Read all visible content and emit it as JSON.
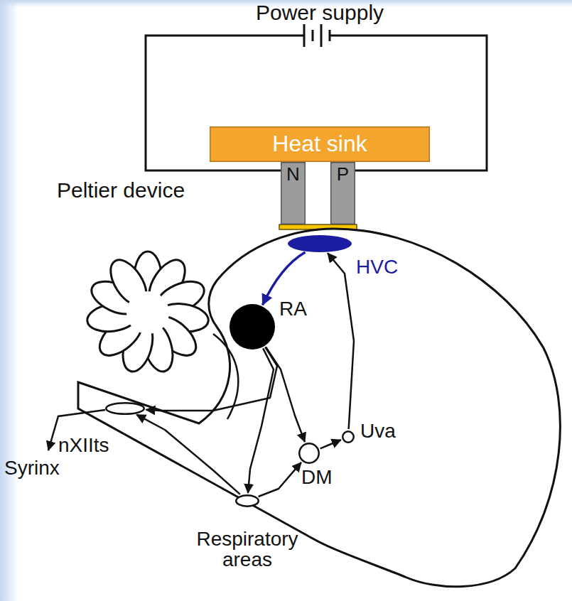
{
  "diagram": {
    "nodes": [
      {
        "text": [
          "Heat sink"
        ]
      },
      {
        "text": [
          "N"
        ]
      },
      {
        "text": [
          "P"
        ]
      },
      {
        "text": [
          "HVC"
        ]
      },
      {
        "text": [
          "RA"
        ]
      },
      {
        "text": [
          "DM"
        ]
      },
      {
        "text": [
          "Uva"
        ]
      },
      {
        "text": [
          "Respiratory areas"
        ]
      },
      {
        "text": [
          "nXIIts"
        ]
      }
    ],
    "edges": [
      {
        "from": 3,
        "to": 4,
        "arrow": "to"
      },
      {
        "from": 4,
        "to": 5,
        "arrow": "to"
      },
      {
        "from": 4,
        "to": 8,
        "arrow": "to"
      },
      {
        "from": 4,
        "to": 7,
        "arrow": "to"
      },
      {
        "from": 7,
        "to": 8,
        "arrow": "to"
      },
      {
        "from": 7,
        "to": 5,
        "arrow": "to"
      },
      {
        "from": 5,
        "to": 6,
        "arrow": "to"
      },
      {
        "from": 6,
        "to": 3,
        "arrow": "to"
      }
    ],
    "labels": [
      "Power supply",
      "Peltier device",
      "Syrinx"
    ]
  }
}
